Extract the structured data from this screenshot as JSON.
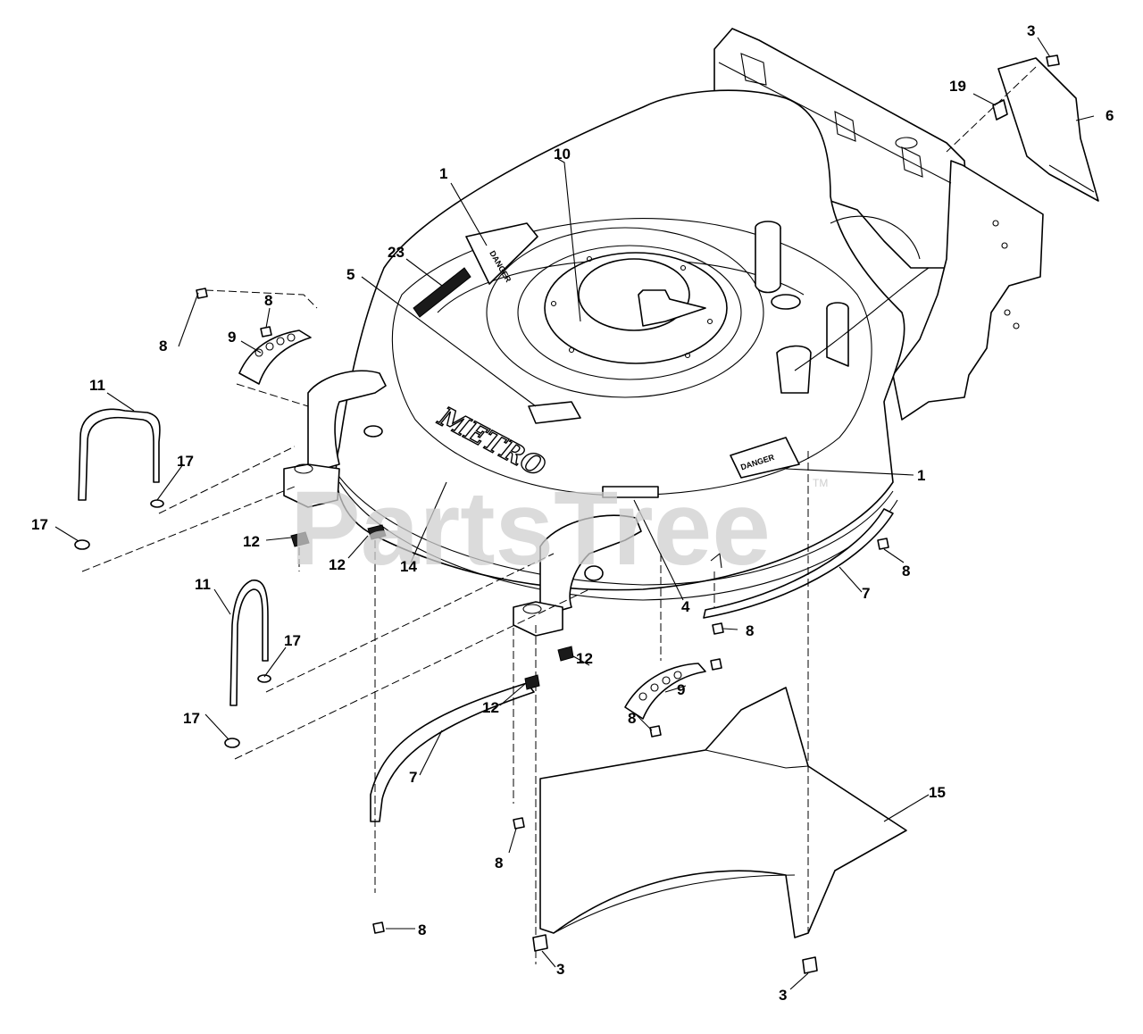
{
  "watermark": {
    "text": "PartsTree",
    "tm": "TM"
  },
  "decals": {
    "danger": "DANGER",
    "logo": "METRO"
  },
  "callouts": [
    "3",
    "19",
    "6",
    "10",
    "1",
    "23",
    "5",
    "8",
    "9",
    "8",
    "11",
    "17",
    "17",
    "1",
    "12",
    "12",
    "14",
    "8",
    "7",
    "4",
    "8",
    "11",
    "17",
    "12",
    "9",
    "12",
    "8",
    "17",
    "15",
    "7",
    "8",
    "8",
    "3",
    "3"
  ]
}
